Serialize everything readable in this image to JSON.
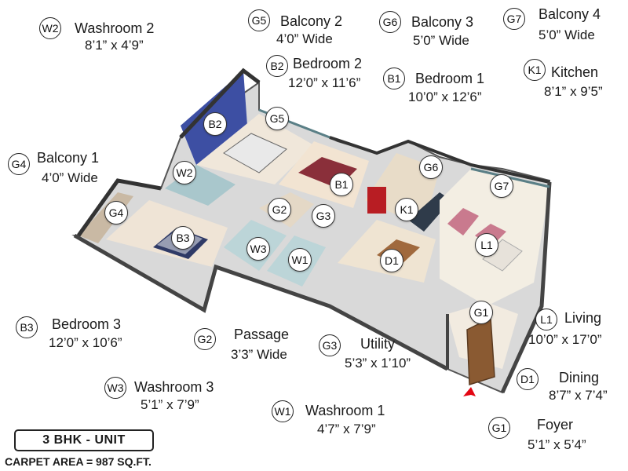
{
  "rooms": [
    {
      "id": "w2",
      "code": "W2",
      "name": "Washroom 2",
      "dim": "8’1” x 4’9”"
    },
    {
      "id": "g5",
      "code": "G5",
      "name": "Balcony 2",
      "dim": "4’0” Wide"
    },
    {
      "id": "g6",
      "code": "G6",
      "name": "Balcony 3",
      "dim": "5’0” Wide"
    },
    {
      "id": "g7",
      "code": "G7",
      "name": "Balcony 4",
      "dim": "5’0” Wide"
    },
    {
      "id": "b2",
      "code": "B2",
      "name": "Bedroom 2",
      "dim": "12’0” x 11’6”"
    },
    {
      "id": "b1",
      "code": "B1",
      "name": "Bedroom 1",
      "dim": "10’0” x 12’6”"
    },
    {
      "id": "k1",
      "code": "K1",
      "name": "Kitchen",
      "dim": "8’1” x 9’5”"
    },
    {
      "id": "g4",
      "code": "G4",
      "name": "Balcony 1",
      "dim": "4’0” Wide"
    },
    {
      "id": "b3",
      "code": "B3",
      "name": "Bedroom 3",
      "dim": "12’0” x 10’6”"
    },
    {
      "id": "g2",
      "code": "G2",
      "name": "Passage",
      "dim": "3’3” Wide"
    },
    {
      "id": "g3",
      "code": "G3",
      "name": "Utility",
      "dim": "5’3” x 1’10”"
    },
    {
      "id": "l1",
      "code": "L1",
      "name": "Living",
      "dim": "10’0” x 17’0”"
    },
    {
      "id": "d1",
      "code": "D1",
      "name": "Dining",
      "dim": "8’7” x 7’4”"
    },
    {
      "id": "w3",
      "code": "W3",
      "name": "Washroom 3",
      "dim": "5’1” x 7’9”"
    },
    {
      "id": "w1",
      "code": "W1",
      "name": "Washroom 1",
      "dim": "4’7” x 7’9”"
    },
    {
      "id": "g1",
      "code": "G1",
      "name": "Foyer",
      "dim": "5’1” x 5’4”"
    }
  ],
  "unit": {
    "title": "3 BHK - UNIT",
    "carpet_area": "CARPET AREA = 987 SQ.FT."
  },
  "colors": {
    "wall": "#3d3d3d",
    "floor": "#efe6d8",
    "wood": "#8a5a32",
    "glass": "#5a7f86",
    "accent_arrow": "#e30613",
    "wall_blue": "#3d4fa3"
  }
}
